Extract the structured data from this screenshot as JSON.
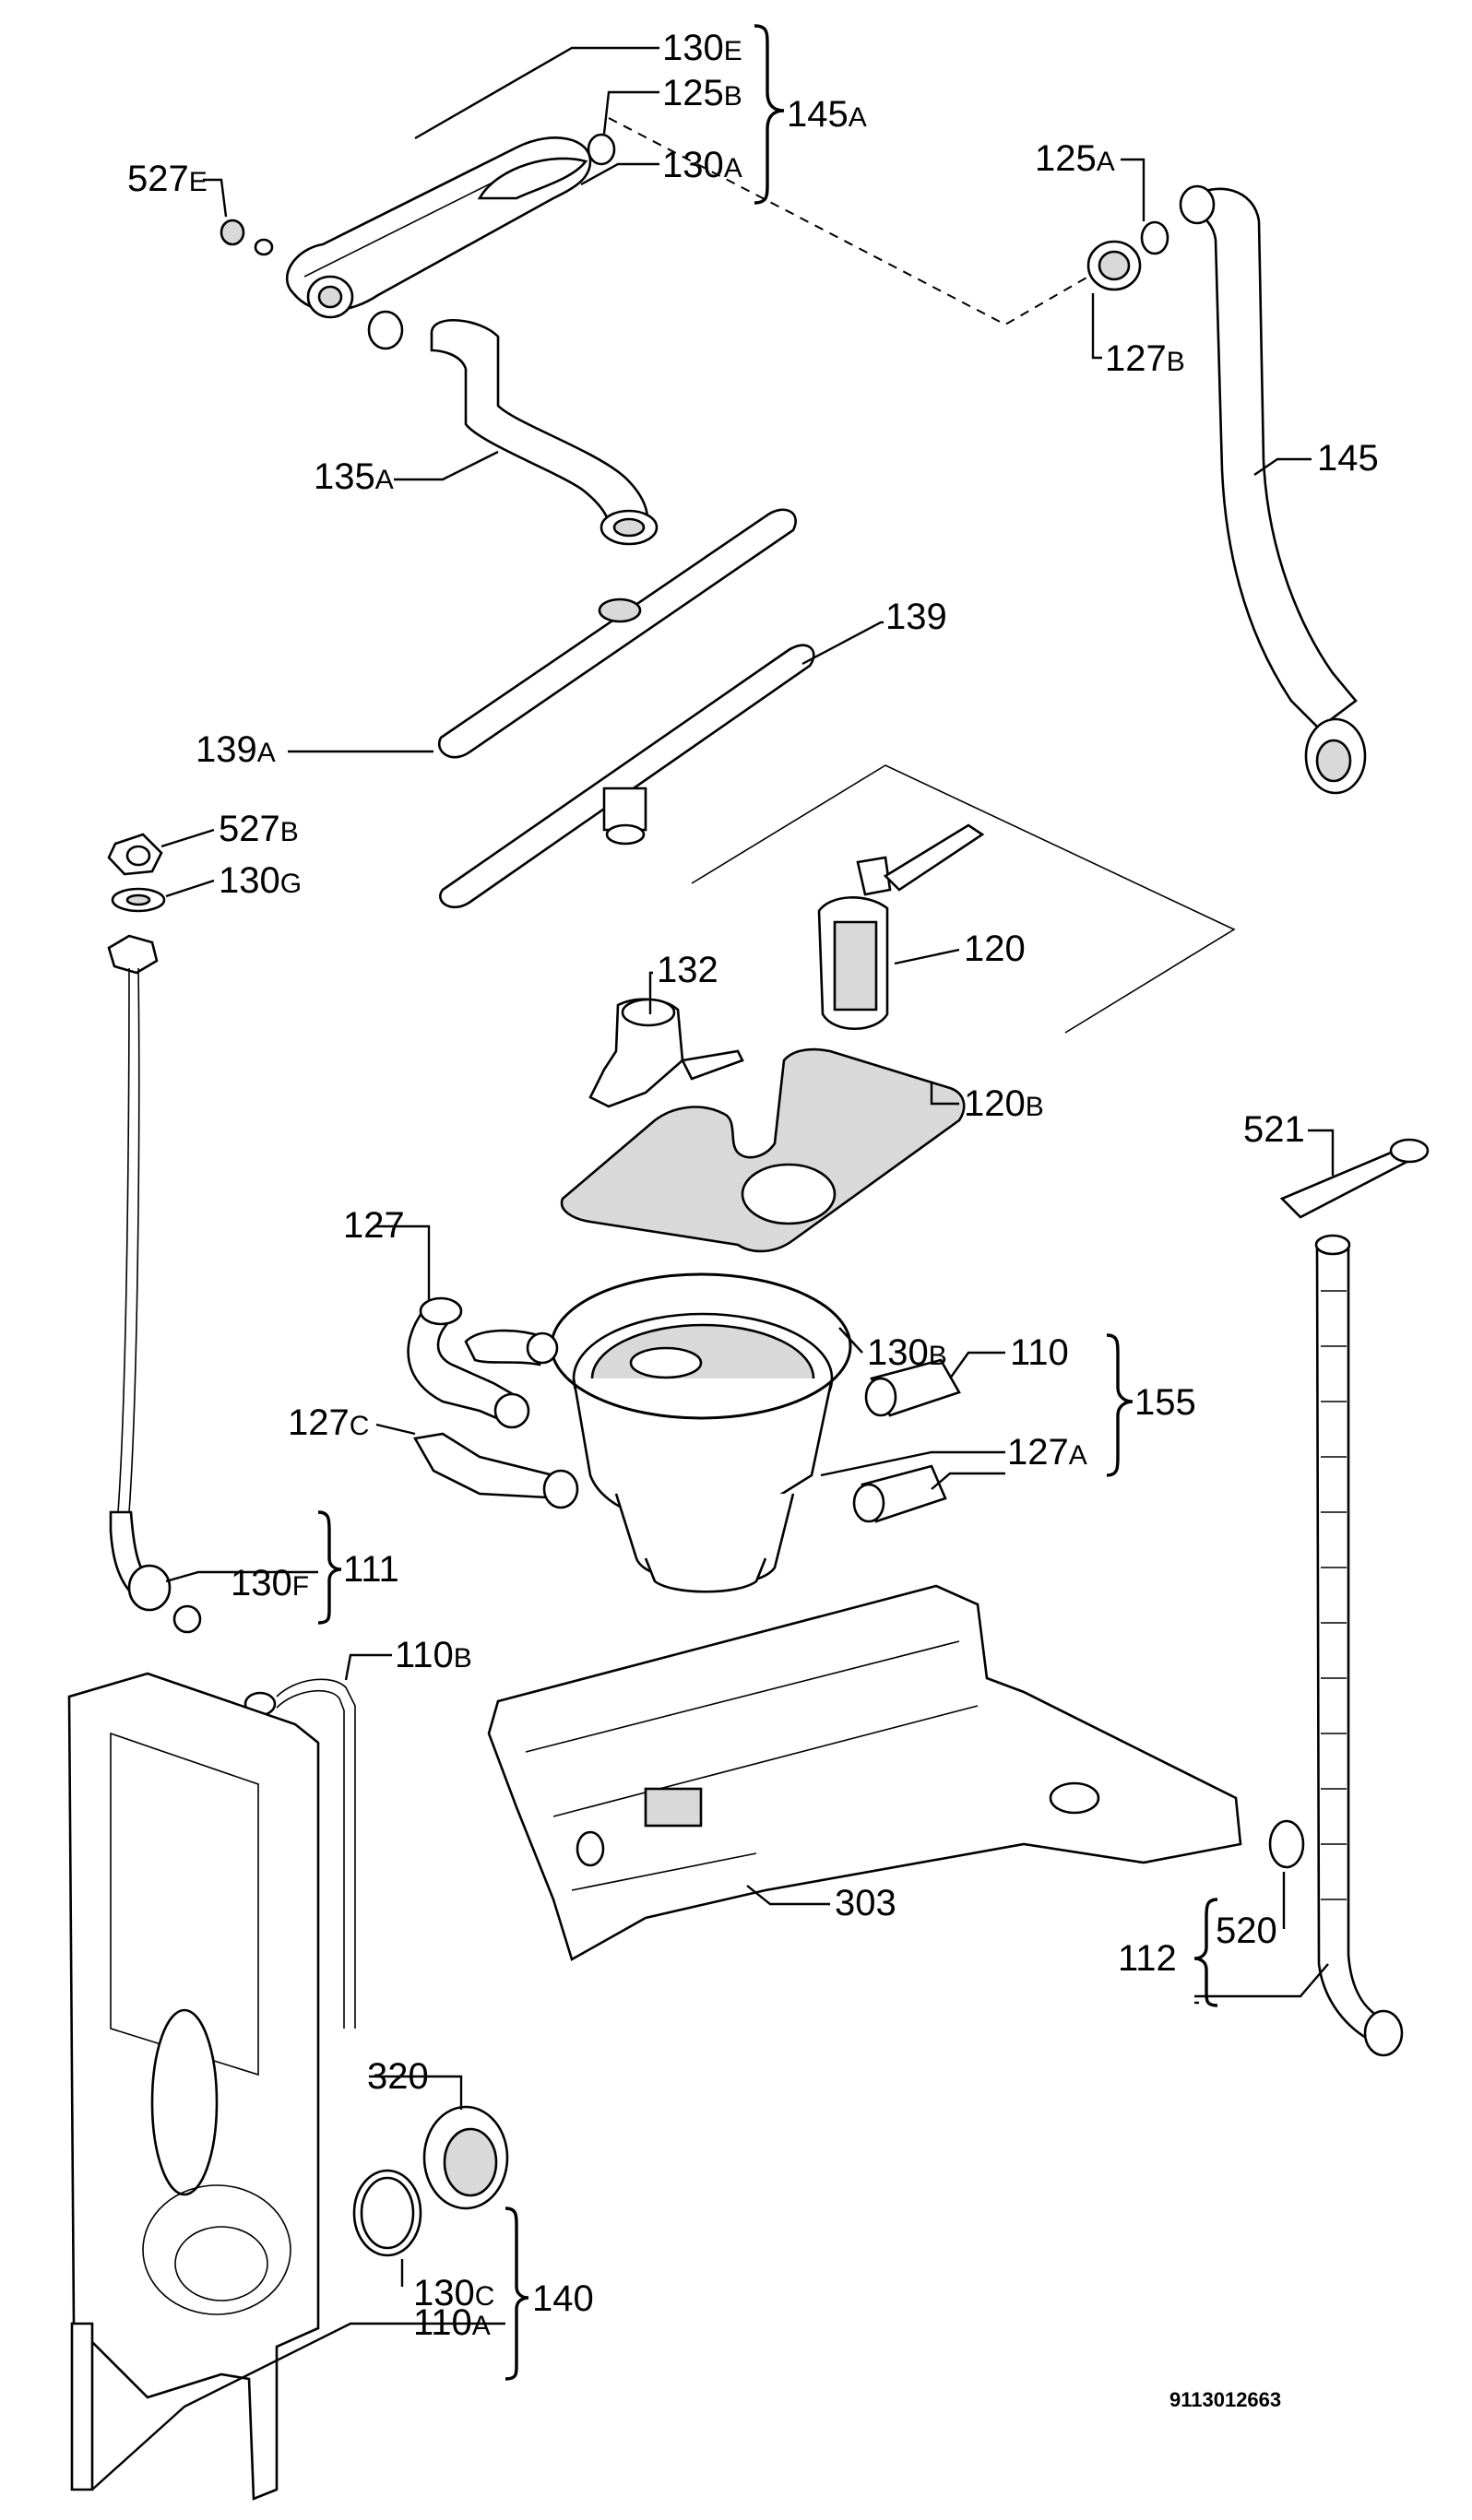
{
  "labels": {
    "l130E": {
      "num": "130",
      "suf": "E"
    },
    "l125B": {
      "num": "125",
      "suf": "B"
    },
    "l130A": {
      "num": "130",
      "suf": "A"
    },
    "l145A": {
      "num": "145",
      "suf": "A"
    },
    "l527E": {
      "num": "527",
      "suf": "E"
    },
    "l125A": {
      "num": "125",
      "suf": "A"
    },
    "l127B": {
      "num": "127",
      "suf": "B"
    },
    "l145": {
      "num": "145",
      "suf": ""
    },
    "l135A": {
      "num": "135",
      "suf": "A"
    },
    "l139": {
      "num": "139",
      "suf": ""
    },
    "l139A": {
      "num": "139",
      "suf": "A"
    },
    "l527B": {
      "num": "527",
      "suf": "B"
    },
    "l130G": {
      "num": "130",
      "suf": "G"
    },
    "l132": {
      "num": "132",
      "suf": ""
    },
    "l120": {
      "num": "120",
      "suf": ""
    },
    "l120B": {
      "num": "120",
      "suf": "B"
    },
    "l521": {
      "num": "521",
      "suf": ""
    },
    "l127": {
      "num": "127",
      "suf": ""
    },
    "l130B": {
      "num": "130",
      "suf": "B"
    },
    "l110": {
      "num": "110",
      "suf": ""
    },
    "l155": {
      "num": "155",
      "suf": ""
    },
    "l127C": {
      "num": "127",
      "suf": "C"
    },
    "l127A": {
      "num": "127",
      "suf": "A"
    },
    "l130F": {
      "num": "130",
      "suf": "F"
    },
    "l111": {
      "num": "111",
      "suf": ""
    },
    "l110B": {
      "num": "110",
      "suf": "B"
    },
    "l303": {
      "num": "303",
      "suf": ""
    },
    "l520": {
      "num": "520",
      "suf": ""
    },
    "l112": {
      "num": "112",
      "suf": ""
    },
    "l320": {
      "num": "320",
      "suf": ""
    },
    "l130C": {
      "num": "130",
      "suf": "C"
    },
    "l140": {
      "num": "140",
      "suf": ""
    },
    "l110A": {
      "num": "110",
      "suf": "A"
    }
  },
  "document_id": "9113012663"
}
